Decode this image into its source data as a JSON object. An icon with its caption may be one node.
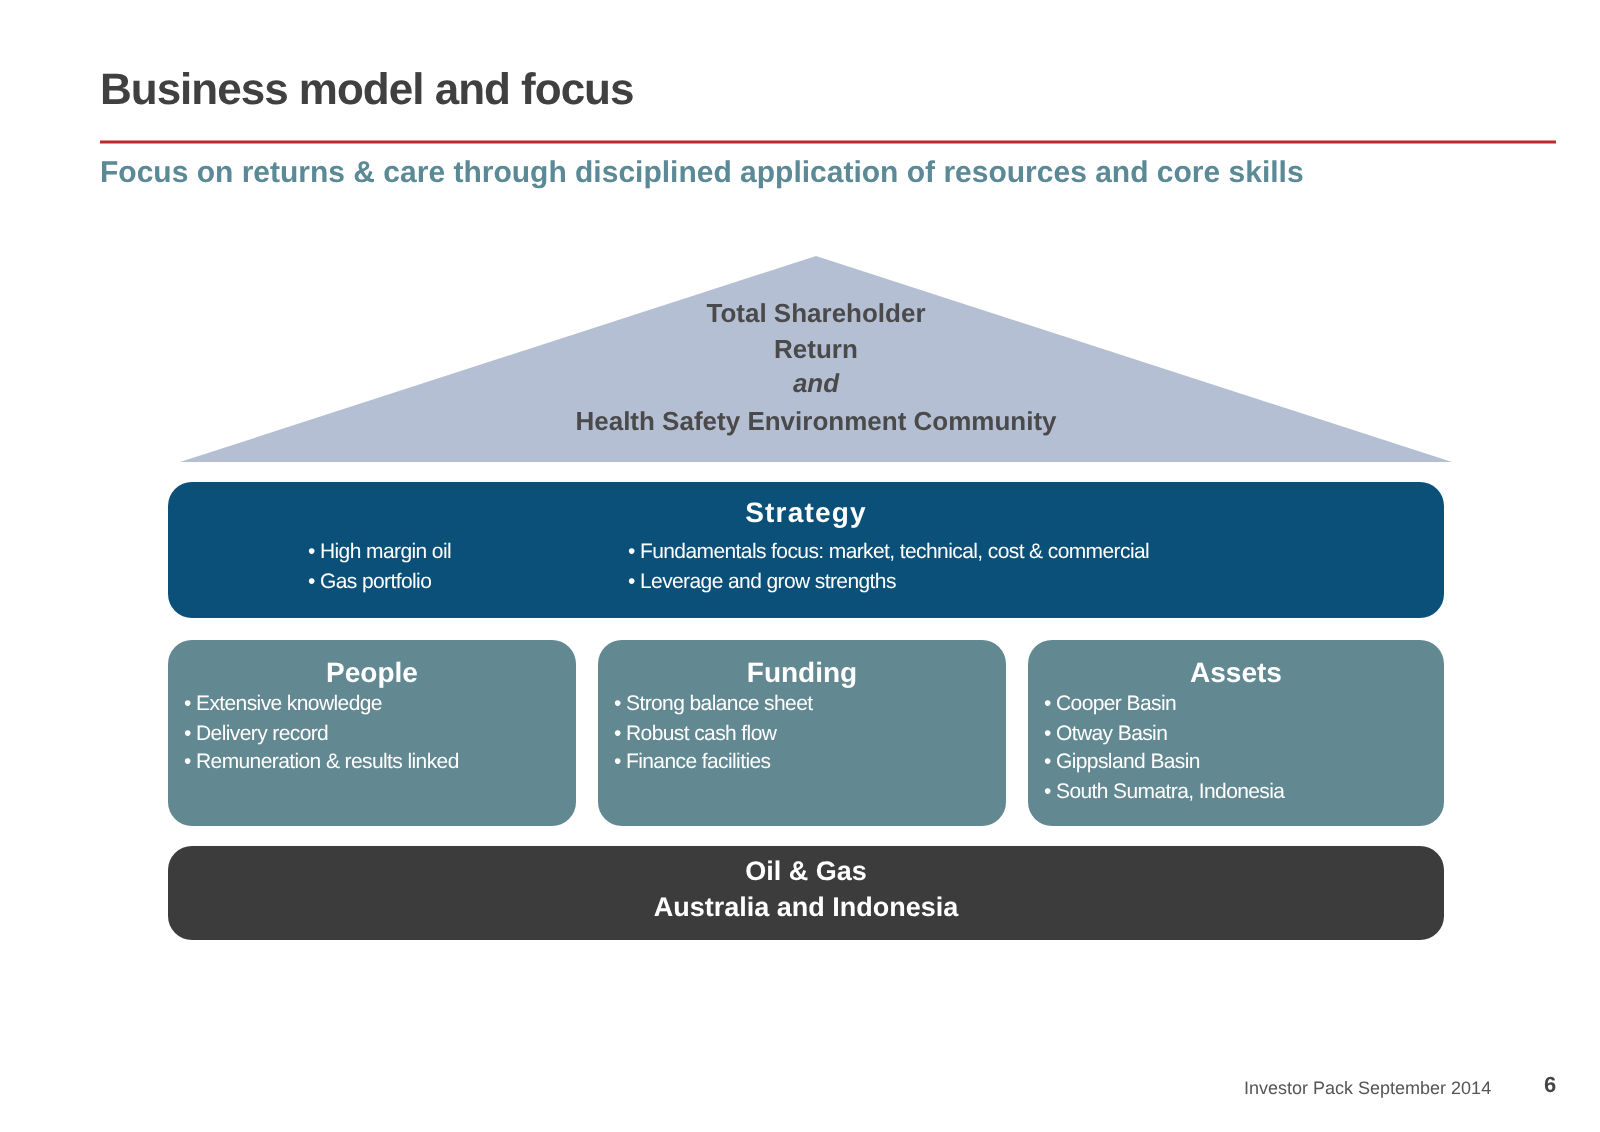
{
  "diagram": {
    "title": "Business model and focus",
    "nodes": [
      {
        "text": [
          "Total Shareholder Return",
          "and",
          "Health Safety Environment Community"
        ]
      },
      {
        "text": [
          "Strategy",
          "• High margin oil",
          "• Gas portfolio",
          "• Fundamentals focus:  market, technical, cost &  commercial",
          "• Leverage and grow strengths"
        ]
      },
      {
        "text": [
          "People",
          "• Extensive knowledge",
          "• Delivery record",
          "• Remuneration & results linked"
        ]
      },
      {
        "text": [
          "Funding",
          "• Strong balance sheet",
          "• Robust cash flow",
          "• Finance facilities"
        ]
      },
      {
        "text": [
          "Assets",
          "• Cooper Basin",
          "• Otway Basin",
          "• Gippsland Basin",
          "• South Sumatra, Indonesia"
        ]
      },
      {
        "text": [
          "Oil & Gas",
          "Australia and Indonesia"
        ]
      }
    ],
    "edges": [],
    "labels": [
      "Focus on returns & care through disciplined application of resources and core skills",
      "Investor Pack September 2014",
      "6"
    ]
  }
}
